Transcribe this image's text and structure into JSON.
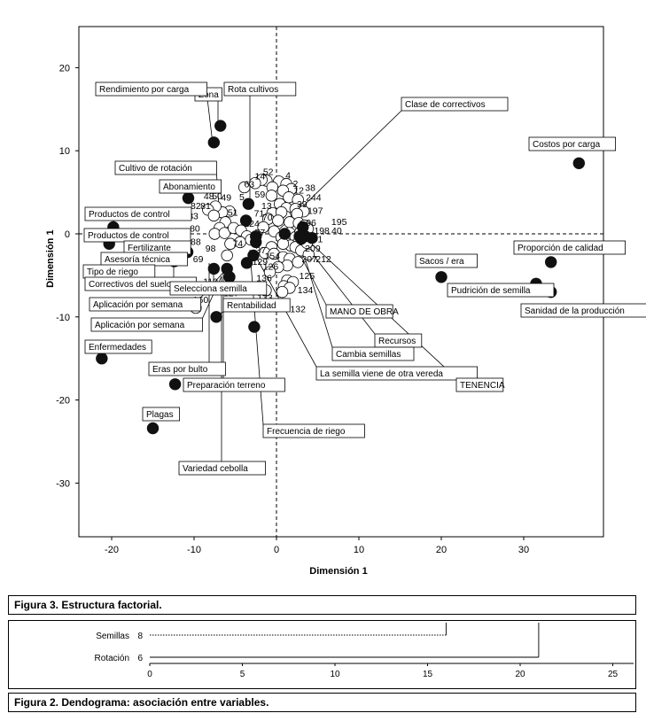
{
  "chart_data": [
    {
      "type": "scatter",
      "title": "",
      "xlabel": "Dimensión 1",
      "ylabel": "Dimensión 1",
      "xlim": [
        -24,
        40
      ],
      "ylim": [
        -36,
        25
      ],
      "xticks": [
        -20,
        -10,
        0,
        10,
        20,
        30
      ],
      "yticks": [
        20,
        10,
        0,
        -10,
        -20,
        -30
      ],
      "variables": [
        {
          "label": "Costos por carga",
          "x": 36.7,
          "y": 8.5
        },
        {
          "label": "Proporción de calidad",
          "x": 33.3,
          "y": -3.4
        },
        {
          "label": "Pudrición de semilla",
          "x": 31.5,
          "y": -6.0
        },
        {
          "label": "Sanidad de la producción",
          "x": 33.3,
          "y": -7.0
        },
        {
          "label": "Sacos / era",
          "x": 20.0,
          "y": -5.2
        },
        {
          "label": "Zona",
          "x": -6.8,
          "y": 13.0
        },
        {
          "label": "Rendimiento por carga",
          "x": -7.6,
          "y": 11.0
        },
        {
          "label": "Abonamiento",
          "x": -10.7,
          "y": 4.3
        },
        {
          "label": "Rota cultivos",
          "x": -3.4,
          "y": 3.6
        },
        {
          "label": "Cultivo de rotación",
          "x": -3.7,
          "y": 1.6
        },
        {
          "label": "Productos de control",
          "x": -19.8,
          "y": 0.8
        },
        {
          "label": "Productos de control",
          "x": -20.3,
          "y": -1.2
        },
        {
          "label": "Fertilizante",
          "x": -12.3,
          "y": -1.0
        },
        {
          "label": "Asesoría técnica",
          "x": -10.8,
          "y": -2.2
        },
        {
          "label": "Tipo de riego",
          "x": -16.0,
          "y": -4.5
        },
        {
          "label": "Correctivos del suelo",
          "x": -12.4,
          "y": -3.3
        },
        {
          "label": "Selecciona semilla",
          "x": -7.6,
          "y": -4.2
        },
        {
          "label": "Aplicación por semana",
          "x": -6.0,
          "y": -4.2
        },
        {
          "label": "Aplicación por semana",
          "x": -5.7,
          "y": -5.2
        },
        {
          "label": "Rentabilidad",
          "x": -7.3,
          "y": -10.0
        },
        {
          "label": "Enfermedades",
          "x": -21.2,
          "y": -15.0
        },
        {
          "label": "Eras por bulto",
          "x": -12.3,
          "y": -18.1
        },
        {
          "label": "Preparación terreno",
          "x": -3.6,
          "y": -3.5
        },
        {
          "label": "Variedad cebolla",
          "x": -2.8,
          "y": -2.6
        },
        {
          "label": "Frecuencia de riego",
          "x": -2.7,
          "y": -11.2
        },
        {
          "label": "Plagas",
          "x": -15.0,
          "y": -23.4
        },
        {
          "label": "Clase de correctivos",
          "x": 1.0,
          "y": 0.0
        },
        {
          "label": "MANO DE OBRA",
          "x": 2.8,
          "y": -0.3
        },
        {
          "label": "Recursos",
          "x": 3.5,
          "y": -0.3
        },
        {
          "label": "Cambia semillas",
          "x": 3.2,
          "y": 0.8
        },
        {
          "label": "La semilla viene de otra vereda",
          "x": 3.0,
          "y": -0.6
        },
        {
          "label": "TENENCIA",
          "x": 4.3,
          "y": -0.5
        },
        {
          "label": "",
          "x": -2.5,
          "y": -0.3
        },
        {
          "label": "",
          "x": -2.5,
          "y": -1.0
        }
      ],
      "numbered_points": [
        {
          "label": "52",
          "x": -1.0,
          "y": 7.5
        },
        {
          "label": "14",
          "x": -2.0,
          "y": 7.0
        },
        {
          "label": "63",
          "x": -3.3,
          "y": 6.0
        },
        {
          "label": "4",
          "x": 1.4,
          "y": 7.1
        },
        {
          "label": "2",
          "x": 2.3,
          "y": 6.1
        },
        {
          "label": "12",
          "x": 2.7,
          "y": 5.3
        },
        {
          "label": "38",
          "x": 4.1,
          "y": 5.6
        },
        {
          "label": "59",
          "x": -2.0,
          "y": 4.8
        },
        {
          "label": "48",
          "x": -8.2,
          "y": 4.6
        },
        {
          "label": "50",
          "x": -7.2,
          "y": 4.6
        },
        {
          "label": "49",
          "x": -6.1,
          "y": 4.4
        },
        {
          "label": "5",
          "x": -4.2,
          "y": 4.5
        },
        {
          "label": "13",
          "x": -1.2,
          "y": 3.4
        },
        {
          "label": "39",
          "x": 3.1,
          "y": 3.6
        },
        {
          "label": "244",
          "x": 4.5,
          "y": 4.4
        },
        {
          "label": "82",
          "x": -9.8,
          "y": 3.4
        },
        {
          "label": "81",
          "x": -8.6,
          "y": 3.4
        },
        {
          "label": "51",
          "x": -5.3,
          "y": 2.6
        },
        {
          "label": "71",
          "x": -2.1,
          "y": 2.5
        },
        {
          "label": "197",
          "x": 4.7,
          "y": 2.8
        },
        {
          "label": "83",
          "x": -10.1,
          "y": 2.2
        },
        {
          "label": "70",
          "x": -1.1,
          "y": 2.0
        },
        {
          "label": "124",
          "x": -3.0,
          "y": 1.3
        },
        {
          "label": "96",
          "x": 4.2,
          "y": 1.4
        },
        {
          "label": "195",
          "x": 7.6,
          "y": 1.5
        },
        {
          "label": "80",
          "x": -9.9,
          "y": 0.7
        },
        {
          "label": "198",
          "x": 5.5,
          "y": 0.4
        },
        {
          "label": "40",
          "x": 7.3,
          "y": 0.4
        },
        {
          "label": "77",
          "x": -2.0,
          "y": 0.2
        },
        {
          "label": "41",
          "x": 5.0,
          "y": -0.6
        },
        {
          "label": "89",
          "x": -11.2,
          "y": -0.9
        },
        {
          "label": "88",
          "x": -9.8,
          "y": -0.9
        },
        {
          "label": "74",
          "x": -4.7,
          "y": -1.1
        },
        {
          "label": "209",
          "x": 4.4,
          "y": -1.7
        },
        {
          "label": "98",
          "x": -8.0,
          "y": -1.7
        },
        {
          "label": "37",
          "x": -1.9,
          "y": -1.9
        },
        {
          "label": "69",
          "x": -9.5,
          "y": -3.0
        },
        {
          "label": "207",
          "x": 4.0,
          "y": -3.0
        },
        {
          "label": "212",
          "x": 5.7,
          "y": -3.0
        },
        {
          "label": "154",
          "x": -0.5,
          "y": -2.6
        },
        {
          "label": "129",
          "x": -2.0,
          "y": -3.3
        },
        {
          "label": "126",
          "x": -0.7,
          "y": -3.9
        },
        {
          "label": "110",
          "x": -8.0,
          "y": -5.7
        },
        {
          "label": "127",
          "x": -5.5,
          "y": -7.1
        },
        {
          "label": "125",
          "x": 3.7,
          "y": -5.0
        },
        {
          "label": "136",
          "x": -1.5,
          "y": -5.3
        },
        {
          "label": "134",
          "x": 3.5,
          "y": -6.7
        },
        {
          "label": "160",
          "x": -9.2,
          "y": -7.9
        },
        {
          "label": "133",
          "x": -1.4,
          "y": -7.6
        },
        {
          "label": "132",
          "x": 2.6,
          "y": -9.0
        }
      ]
    },
    {
      "type": "dendrogram",
      "xlim": [
        0,
        25
      ],
      "xticks": [
        0,
        5,
        10,
        15,
        20,
        25
      ],
      "leaves": [
        {
          "label": "Semillas",
          "id": "8"
        },
        {
          "label": "Rotación",
          "id": "6"
        }
      ],
      "merges": [
        {
          "leaf": "Semillas",
          "distance": 16
        },
        {
          "leaf": "Rotación",
          "distance": 21
        }
      ]
    }
  ],
  "captions": {
    "figure3": "Figura 3.  Estructura factorial.",
    "figure2": "Figura 2.  Dendograma: asociación entre variables."
  }
}
